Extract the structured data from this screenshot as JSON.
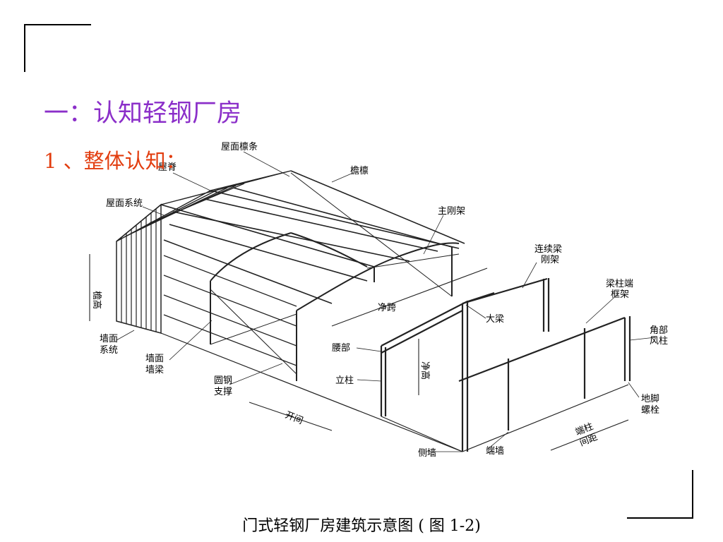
{
  "slide": {
    "title": "一：认知轻钢厂房",
    "subtitle": "1 、整体认知：",
    "caption": "门式轻钢厂房建筑示意图 ( 图 1-2)"
  },
  "diagram": {
    "labels": {
      "roof_purlin": "屋面檩条",
      "ridge": "屋脊",
      "eave_purlin": "檐檩",
      "roof_system": "屋面系统",
      "main_rigid_frame": "主刚架",
      "continuous_beam": "连续梁",
      "rigid_frame": "刚架",
      "beam_column_end_1": "梁柱端",
      "beam_column_end_2": "框架",
      "eave_height": "檐高",
      "clear_span": "净跨",
      "main_beam": "大梁",
      "corner_1": "角部",
      "corner_2": "风柱",
      "wall_system_1": "墙面",
      "wall_system_2": "系统",
      "wall_girt_1": "墙面",
      "wall_girt_2": "墙梁",
      "haunch": "腰部",
      "column": "立柱",
      "clear_height": "净高",
      "rod_brace_1": "圆钢",
      "rod_brace_2": "支撑",
      "anchor_bolt_1": "地脚",
      "anchor_bolt_2": "螺栓",
      "bay_spacing": "开间",
      "end_column_spacing_1": "端柱",
      "end_column_spacing_2": "间距",
      "side_wall": "侧墙",
      "end_wall": "端墙"
    }
  }
}
